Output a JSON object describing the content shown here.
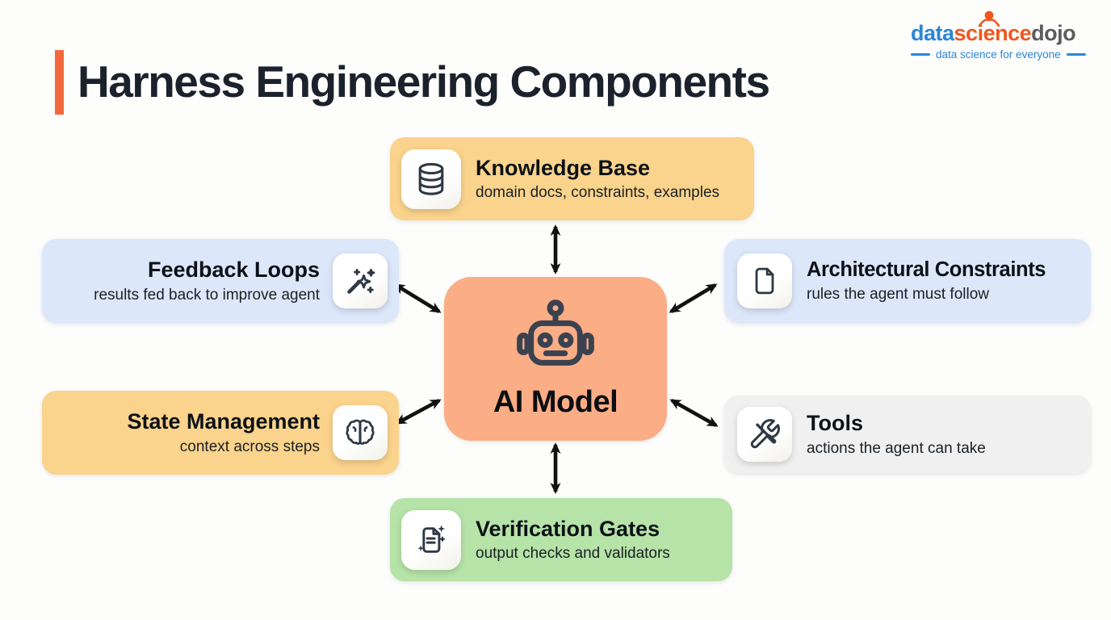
{
  "page": {
    "title": "Harness Engineering Components"
  },
  "logo": {
    "word_data": "data",
    "word_science": "science",
    "word_dojo": "dojo",
    "tagline": "data science for everyone"
  },
  "colors": {
    "accent_bar": "#F2683C",
    "center_bg": "#FBAD85",
    "yellow_bg": "#FAD38C",
    "blue_bg": "#DCE7FA",
    "green_bg": "#B6E3A7",
    "gray_bg": "#F0F0F1",
    "arrow": "#111111",
    "logo_blue": "#2B85D8",
    "logo_orange": "#F1561F",
    "logo_gray": "#5A5B5E",
    "icon_stroke": "#2E3944"
  },
  "center": {
    "label": "AI Model",
    "icon": "robot-icon"
  },
  "components": [
    {
      "id": "knowledge-base",
      "title": "Knowledge Base",
      "subtitle": "domain docs, constraints, examples",
      "icon": "database-icon"
    },
    {
      "id": "feedback-loops",
      "title": "Feedback Loops",
      "subtitle": "results fed back to improve agent",
      "icon": "wand-sparkles-icon"
    },
    {
      "id": "architectural-constraints",
      "title": "Architectural Constraints",
      "subtitle": "rules the agent must follow",
      "icon": "file-icon"
    },
    {
      "id": "state-management",
      "title": "State Management",
      "subtitle": "context across steps",
      "icon": "brain-icon"
    },
    {
      "id": "tools",
      "title": "Tools",
      "subtitle": "actions the agent can take",
      "icon": "crossed-tools-icon"
    },
    {
      "id": "verification-gates",
      "title": "Verification Gates",
      "subtitle": "output checks and validators",
      "icon": "doc-sparkles-icon"
    }
  ]
}
